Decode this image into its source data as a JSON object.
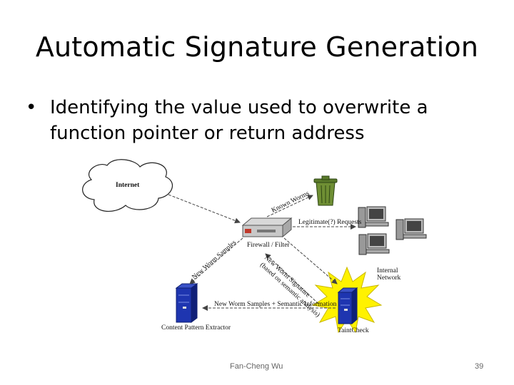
{
  "slide": {
    "title": "Automatic Signature Generation",
    "bullet": "Identifying the value used to overwrite a function pointer or return address",
    "footer_author": "Fan-Cheng Wu",
    "page_number": "39"
  },
  "diagram": {
    "internet": "Internet",
    "known_worms": "Known Worms",
    "legit_requests": "Legitimate(?) Requests",
    "firewall": "Firewall / Filter",
    "new_worm_samples": "New Worm Samples",
    "new_worm_signature_1": "New Worm Signature",
    "new_worm_signature_2": "(based on semantic analysis)",
    "internal_network_1": "Internal",
    "internal_network_2": "Network",
    "samples_semantic": "New Worm Samples + Semantic Information",
    "content_pattern_extractor": "Content Pattern Extractor",
    "taintcheck": "TaintCheck"
  }
}
